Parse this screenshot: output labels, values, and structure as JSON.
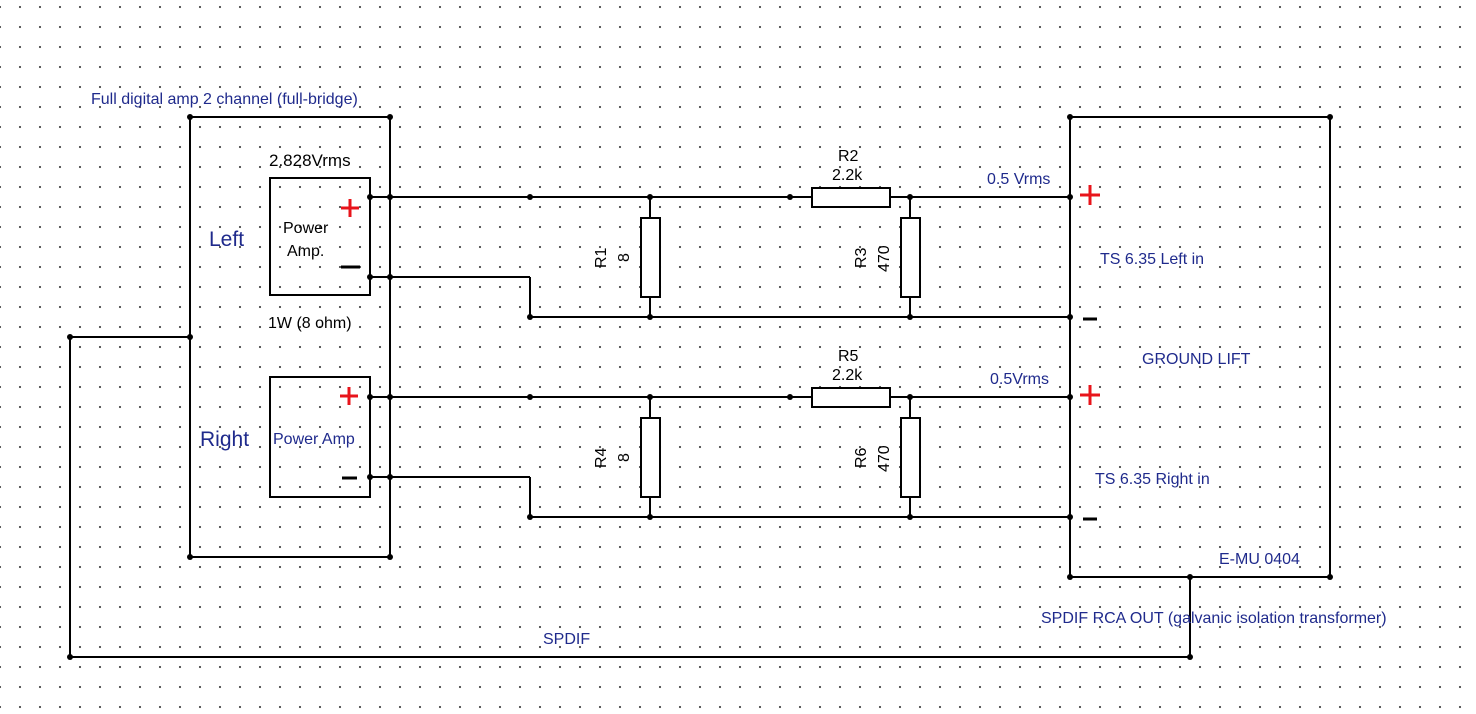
{
  "title": "Full digital amp 2 channel (full-bridge)",
  "channels": {
    "left_label": "Left",
    "right_label": "Right"
  },
  "amps": {
    "left_line1": "Power",
    "left_line2": "Amp.",
    "right": "Power Amp",
    "output_voltage": "2.828Vrms",
    "power_rating": "1W (8 ohm)"
  },
  "resistors": [
    {
      "ref": "R1",
      "value": "8"
    },
    {
      "ref": "R2",
      "value": "2.2k"
    },
    {
      "ref": "R3",
      "value": "470"
    },
    {
      "ref": "R4",
      "value": "8"
    },
    {
      "ref": "R5",
      "value": "2.2k"
    },
    {
      "ref": "R6",
      "value": "470"
    }
  ],
  "levels": {
    "left": "0.5 Vrms",
    "right": "0.5Vrms"
  },
  "interface": {
    "left_in": "TS 6.35 Left in",
    "right_in": "TS 6.35 Right in",
    "ground_lift": "GROUND LIFT",
    "device": "E-MU 0404",
    "spdif_out": "SPDIF RCA OUT (galvanic isolation transformer)"
  },
  "spdif_label": "SPDIF",
  "colors": {
    "text": "#1f2a8c",
    "plus": "#e8141b",
    "wire": "#000000"
  }
}
